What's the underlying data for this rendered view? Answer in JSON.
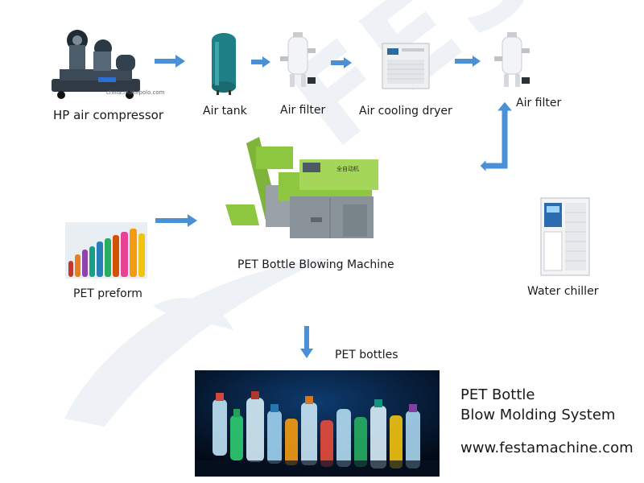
{
  "watermark": "FESTA",
  "nodes": {
    "compressor": {
      "label": "HP air compressor",
      "credit": "china.makepolo.com"
    },
    "tank": {
      "label": "Air tank"
    },
    "filter1": {
      "label": "Air filter"
    },
    "dryer": {
      "label": "Air cooling dryer"
    },
    "filter2": {
      "label": "Air filter"
    },
    "blowing_machine": {
      "label": "PET Bottle Blowing Machine",
      "panel_text": "全自动机"
    },
    "preform": {
      "label": "PET preform"
    },
    "chiller": {
      "label": "Water chiller"
    },
    "bottles": {
      "label": "PET bottles"
    }
  },
  "system_title": {
    "line1": "PET Bottle",
    "line2": "Blow Molding System"
  },
  "website": "www.festamachine.com",
  "colors": {
    "arrow": "#4a90d6",
    "machine_green": "#8dc63f",
    "tank_teal": "#1e7f86"
  }
}
